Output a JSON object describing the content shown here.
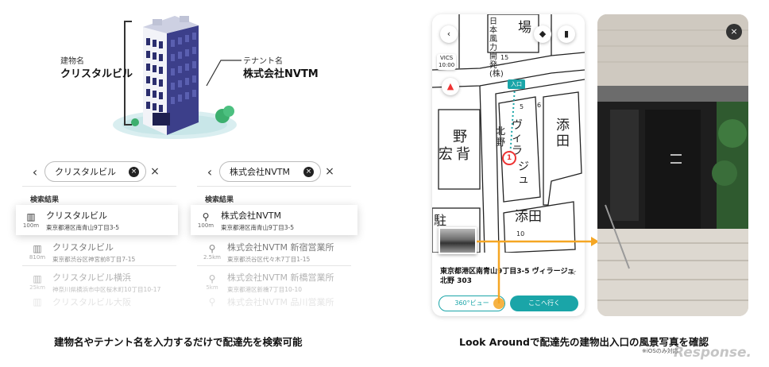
{
  "illustration": {
    "building_label_small": "建物名",
    "building_label_big": "クリスタルビル",
    "tenant_label_small": "テナント名",
    "tenant_label_big": "株式会社NVTM"
  },
  "left_panel": {
    "query": "クリスタルビル",
    "section_header": "検索結果",
    "results": [
      {
        "icon": "building-icon",
        "distance": "100m",
        "name": "クリスタルビル",
        "address": "東京都港区南青山9丁目3-5"
      },
      {
        "icon": "building-icon",
        "distance": "810m",
        "name": "クリスタルビル",
        "address": "東京都渋谷区神宮前8丁目7-15"
      },
      {
        "icon": "building-icon",
        "distance": "25km",
        "name": "クリスタルビル横浜",
        "address": "神奈川県横浜市中区桜木町10丁目10-17"
      },
      {
        "icon": "building-icon",
        "distance": "",
        "name": "クリスタルビル大阪",
        "address": ""
      }
    ]
  },
  "right_panel": {
    "query": "株式会社NVTM",
    "section_header": "検索結果",
    "results": [
      {
        "icon": "location-pin-icon",
        "distance": "100m",
        "name": "株式会社NVTM",
        "address": "東京都港区南青山9丁目3-5"
      },
      {
        "icon": "location-pin-icon",
        "distance": "2.5km",
        "name": "株式会社NVTM 新宿営業所",
        "address": "東京都渋谷区代々木7丁目1-15"
      },
      {
        "icon": "location-pin-icon",
        "distance": "5km",
        "name": "株式会社NVTM 新橋営業所",
        "address": "東京都港区新橋7丁目10-10"
      },
      {
        "icon": "location-pin-icon",
        "distance": "",
        "name": "株式会社NVTM 品川営業所",
        "address": ""
      }
    ]
  },
  "caption_left": "建物名やテナント名を入力するだけで配達先を検索可能",
  "map": {
    "vics_line1": "VICS",
    "vics_line2": "10:00",
    "entrance_label": "入口",
    "pin_number": "1",
    "labels": {
      "kubo": "場",
      "nihon": "日本風力開発(株)",
      "nobuhiro": "宏",
      "se": "背",
      "no": "野",
      "kitano": "北野",
      "villa": "ヴィラ",
      "jyu": "ジュ",
      "soeda1": "添田",
      "soeda2": "添田",
      "chu": "駐"
    },
    "lot_numbers": [
      "15",
      "5",
      "6",
      "10"
    ],
    "address": "東京都港区南青山9丁目3-5 ヴィラージュ北野 303",
    "view360_label": "360°ビュー",
    "go_label": "ここへ行く"
  },
  "caption_right": "Look Aroundで配達先の建物出入口の風景写真を確認",
  "footnote": "※iOSのみ対応",
  "watermark": "Response.",
  "colors": {
    "accent": "#1aa5a8",
    "arrow": "#f5a623",
    "pin": "#e33333"
  }
}
